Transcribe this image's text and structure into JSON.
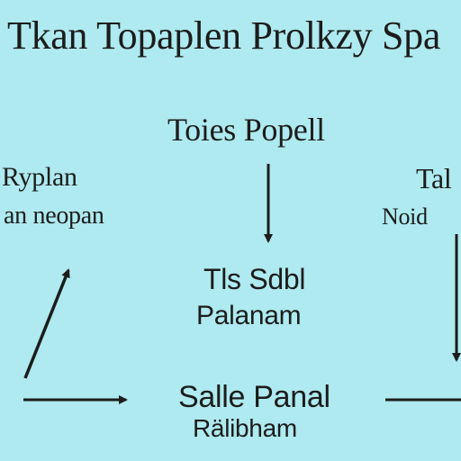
{
  "title": "Tkan Topaplen Prolkzy Spa",
  "nodes": {
    "top": {
      "line1": "Toies Popell"
    },
    "left": {
      "line1": "Ryplan",
      "line2": "an neopan"
    },
    "right": {
      "line1": "Tal",
      "line2": "Noid"
    },
    "center": {
      "line1": "Tls Sdbl",
      "line2": "Palanam"
    },
    "bottom": {
      "line1": "Salle Panal",
      "line2": "Rälibham"
    }
  },
  "colors": {
    "background": "#aeeaf0",
    "ink": "#1c1c1c"
  }
}
